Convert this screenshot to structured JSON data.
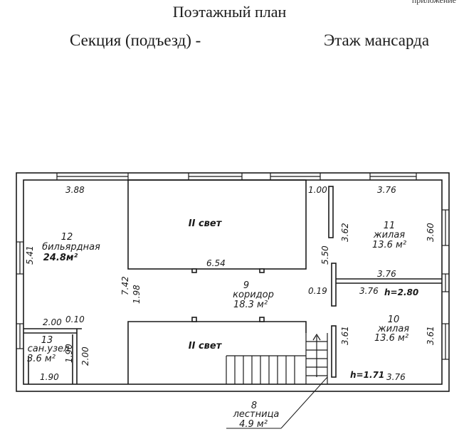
{
  "header": {
    "corner_note": "приложение",
    "title": "Поэтажный план",
    "section": "Секция (подъезд) -",
    "floor": "Этаж мансарда"
  },
  "plan": {
    "rooms": [
      {
        "number": "12",
        "name": "бильярдная",
        "area": "24.8м²"
      },
      {
        "number": "11",
        "name": "жилая",
        "area": "13.6 м²"
      },
      {
        "number": "10",
        "name": "жилая",
        "area": "13.6 м²"
      },
      {
        "number": "9",
        "name": "коридор",
        "area": "18.3 м²"
      },
      {
        "number": "13",
        "name": "сан.узел",
        "area": "3.6 м²"
      },
      {
        "number": "8",
        "name": "лестница",
        "area": "4.9 м²"
      }
    ],
    "voids": [
      "II свет",
      "II свет"
    ],
    "dimensions": {
      "top_left": "3.88",
      "top_mid": "1.00",
      "top_right": "3.76",
      "left_height": "5.41",
      "void_width": "6.54",
      "corridor_height": "7.42",
      "corridor_width": "1.98",
      "partition_1": "3.62",
      "room11_height": "3.60",
      "partition_2": "5.50",
      "room11_width": "3.76",
      "wall_gap": "0.19",
      "room10_width": "3.76",
      "ceiling_h": "h=2.80",
      "stair_partition": "3.61",
      "room10_height": "3.61",
      "wc_width": "2.00",
      "wc_gap": "0.10",
      "wc_inner": "1.90",
      "wc_height": "2.00",
      "bottom_left": "1.90",
      "bottom_h": "h=1.71",
      "bottom_right": "3.76"
    }
  }
}
